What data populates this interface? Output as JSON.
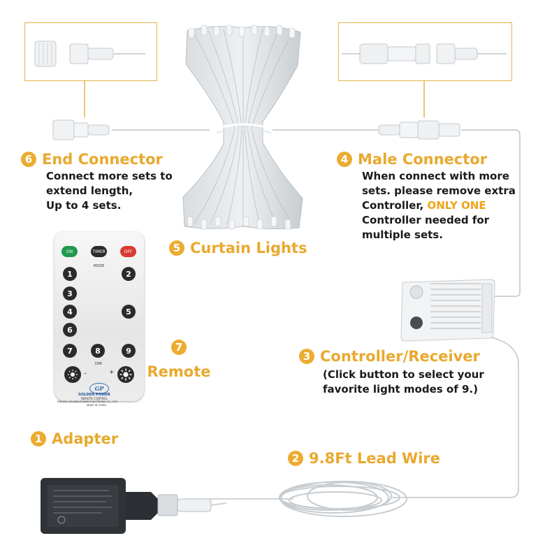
{
  "end_connector": {
    "number": "6",
    "title": "End Connector",
    "lines": [
      "Connect more sets to",
      "extend length,",
      "Up to 4 sets."
    ]
  },
  "male_connector": {
    "number": "4",
    "title": "Male Connector",
    "line1": "When connect with more",
    "line2": "sets. please remove extra",
    "line3_prefix": "Controller, ",
    "line3_highlight": "ONLY ONE",
    "line4": "Controller needed for",
    "line5": "multiple sets."
  },
  "curtain_lights": {
    "number": "5",
    "title": "Curtain Lights"
  },
  "remote_label": {
    "number": "7",
    "title": "Remote"
  },
  "controller": {
    "number": "3",
    "title": "Controller/Receiver",
    "lines": [
      "(Click button to select your",
      "favorite light modes of 9.)"
    ]
  },
  "adapter": {
    "number": "1",
    "title": "Adapter"
  },
  "lead_wire": {
    "number": "2",
    "title": "9.8Ft Lead Wire"
  },
  "remote_device": {
    "on": "ON",
    "timer": "TIMER",
    "off": "OFF",
    "mode": "MODE",
    "dim": "DIM",
    "minus": "–",
    "plus": "+",
    "logo": "GP",
    "brand": "GOLDEN POWER",
    "subtitle": "REMOTE CONTROL",
    "company": "NINGBO GOLDEN POWER ELECTRONIC CO., LTD.",
    "made": "MADE IN CHINA",
    "keys": [
      "1",
      "2",
      "3",
      "4",
      "5",
      "6",
      "7",
      "8",
      "9"
    ]
  },
  "colors": {
    "accent": "#ecac30",
    "text": "#1a1a1a",
    "highlight": "#f0a418",
    "on_green": "#1f9a4e",
    "off_red": "#d93a32"
  }
}
